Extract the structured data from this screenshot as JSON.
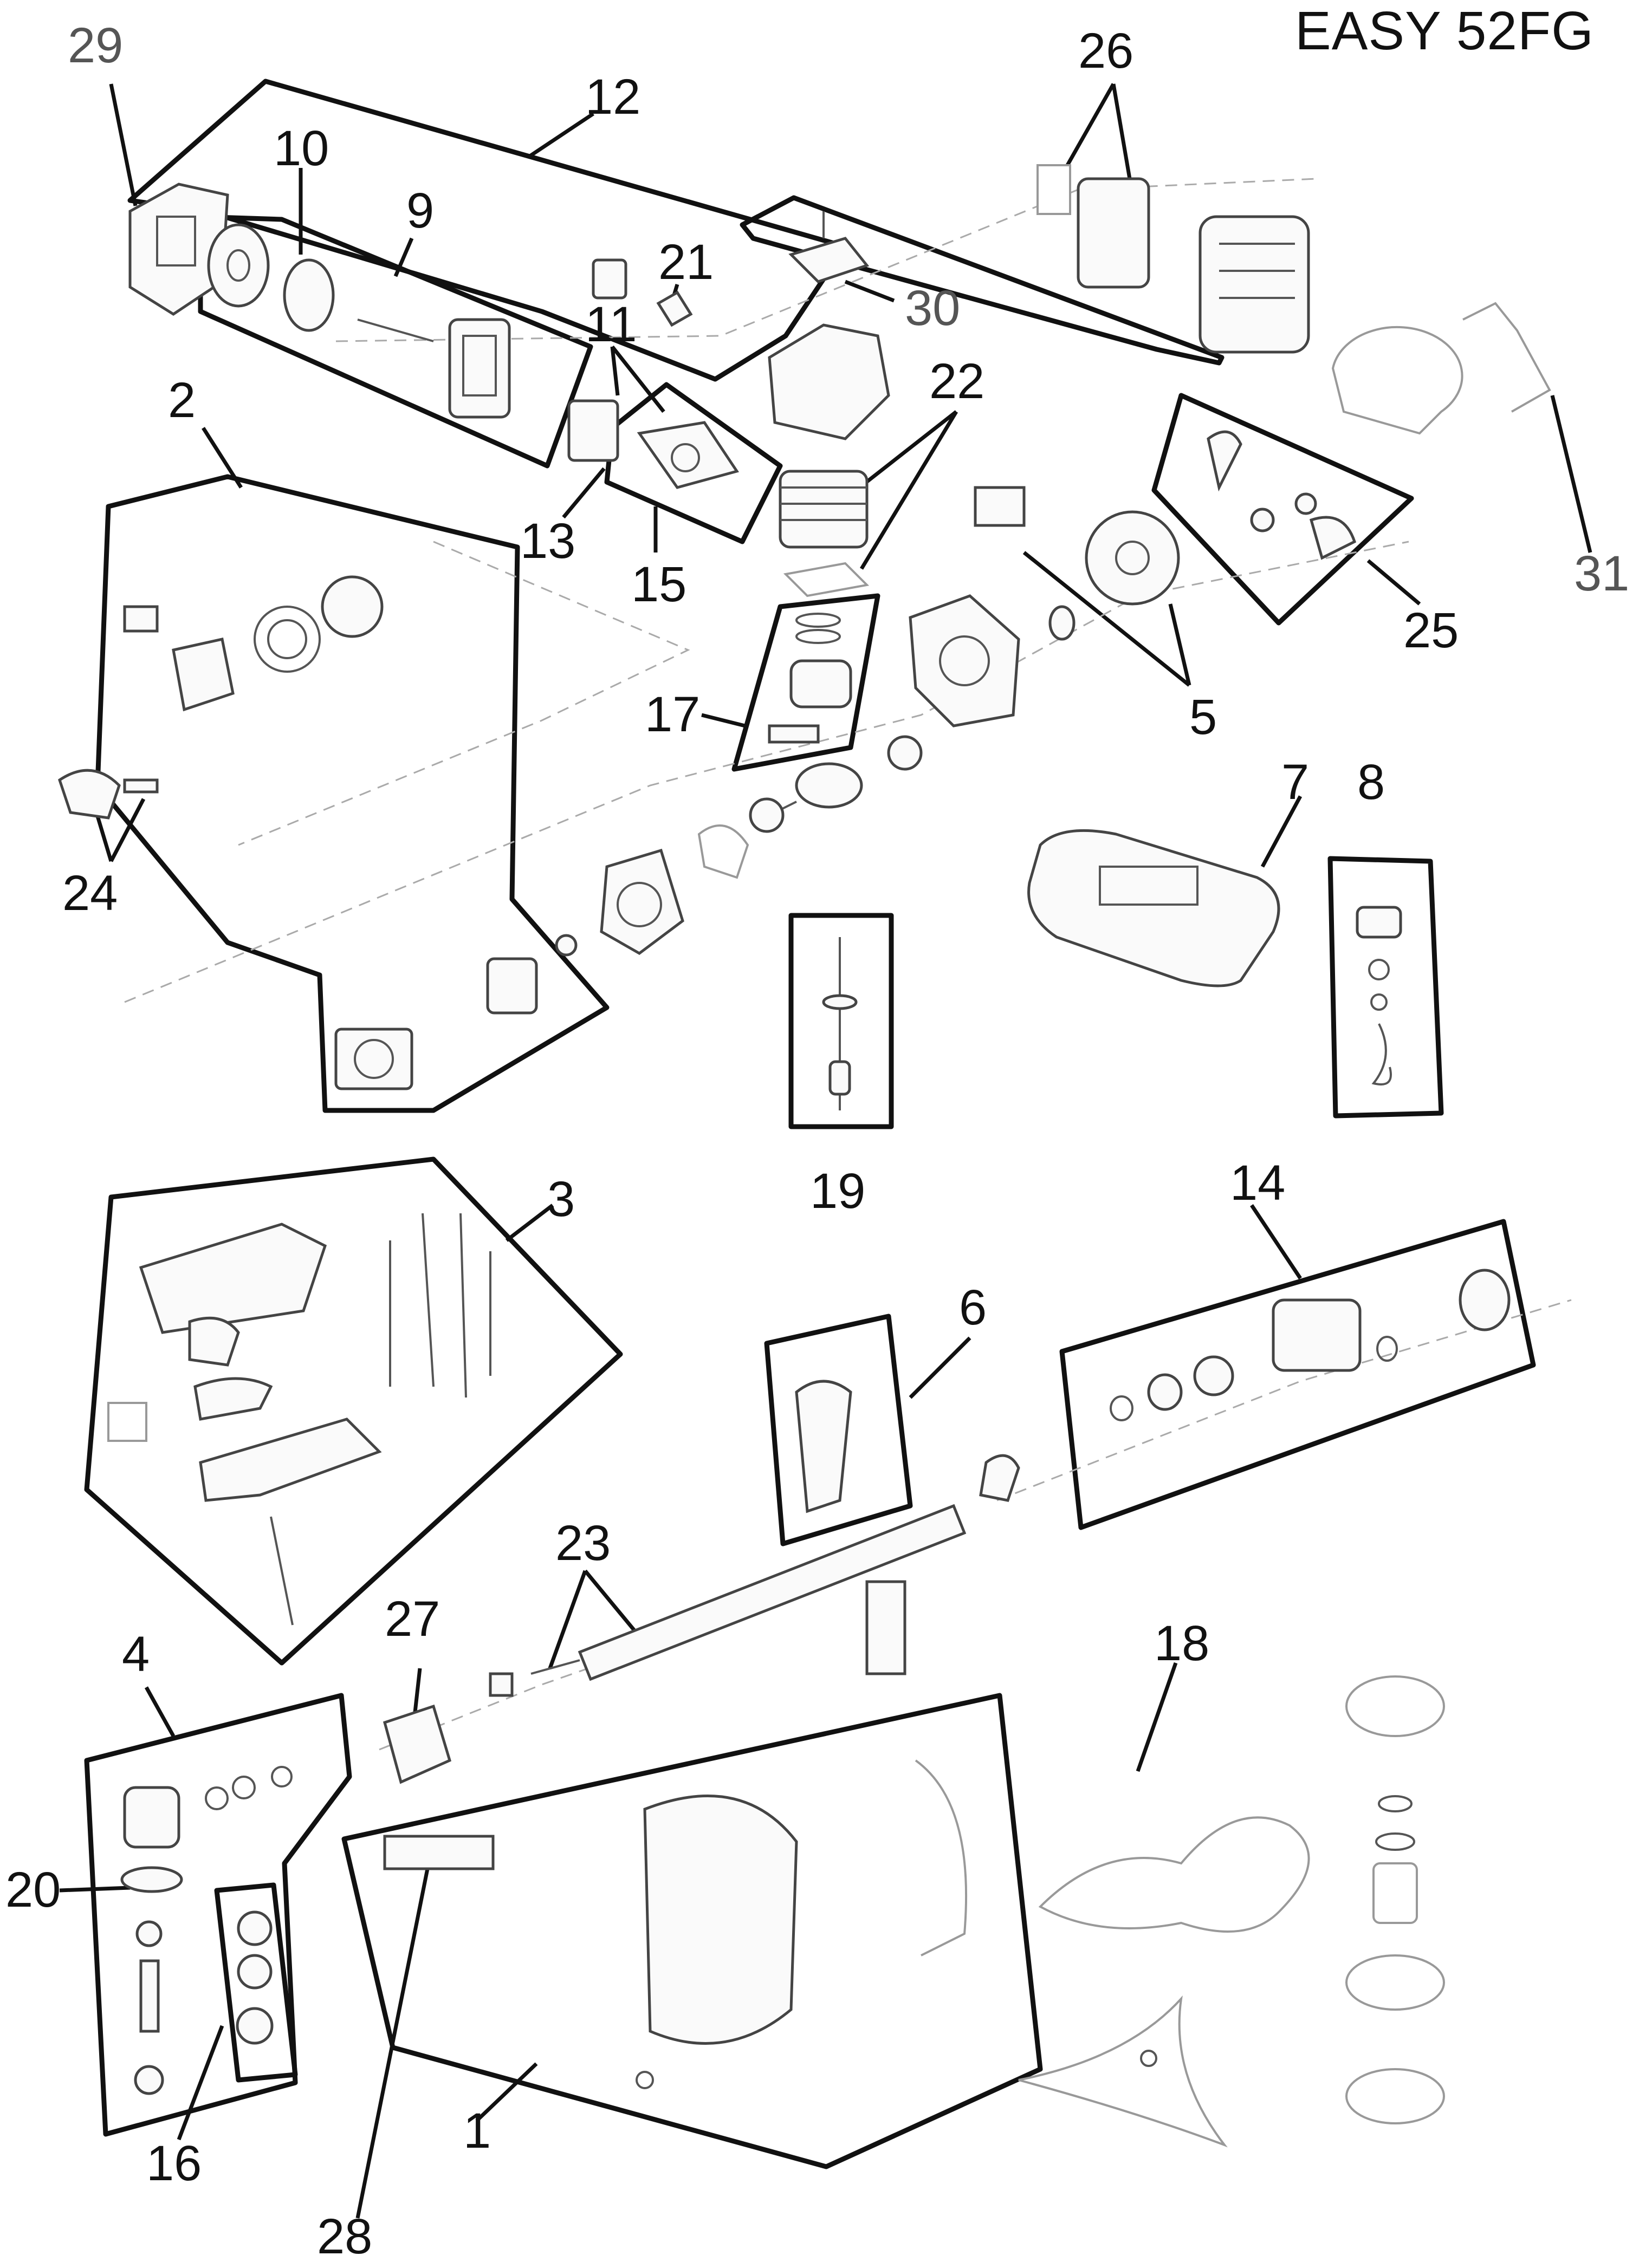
{
  "title": "EASY 52FG",
  "callouts": [
    {
      "id": "c1",
      "text": "1"
    },
    {
      "id": "c2",
      "text": "2"
    },
    {
      "id": "c3",
      "text": "3"
    },
    {
      "id": "c4",
      "text": "4"
    },
    {
      "id": "c5",
      "text": "5"
    },
    {
      "id": "c6",
      "text": "6"
    },
    {
      "id": "c7",
      "text": "7"
    },
    {
      "id": "c8",
      "text": "8"
    },
    {
      "id": "c9",
      "text": "9"
    },
    {
      "id": "c10",
      "text": "10"
    },
    {
      "id": "c11",
      "text": "11"
    },
    {
      "id": "c12",
      "text": "12"
    },
    {
      "id": "c13",
      "text": "13"
    },
    {
      "id": "c14",
      "text": "14"
    },
    {
      "id": "c15",
      "text": "15"
    },
    {
      "id": "c16",
      "text": "16"
    },
    {
      "id": "c17",
      "text": "17"
    },
    {
      "id": "c18",
      "text": "18"
    },
    {
      "id": "c19",
      "text": "19"
    },
    {
      "id": "c20",
      "text": "20"
    },
    {
      "id": "c21",
      "text": "21"
    },
    {
      "id": "c22",
      "text": "22"
    },
    {
      "id": "c23",
      "text": "23"
    },
    {
      "id": "c24",
      "text": "24"
    },
    {
      "id": "c25",
      "text": "25"
    },
    {
      "id": "c26",
      "text": "26"
    },
    {
      "id": "c27",
      "text": "27"
    },
    {
      "id": "c28",
      "text": "28"
    },
    {
      "id": "c29",
      "text": "29"
    },
    {
      "id": "c30",
      "text": "30"
    },
    {
      "id": "c31",
      "text": "31"
    }
  ],
  "colors": {
    "line": "#111111",
    "part": "#444444",
    "light": "#999999",
    "gray_label": "#555555"
  }
}
